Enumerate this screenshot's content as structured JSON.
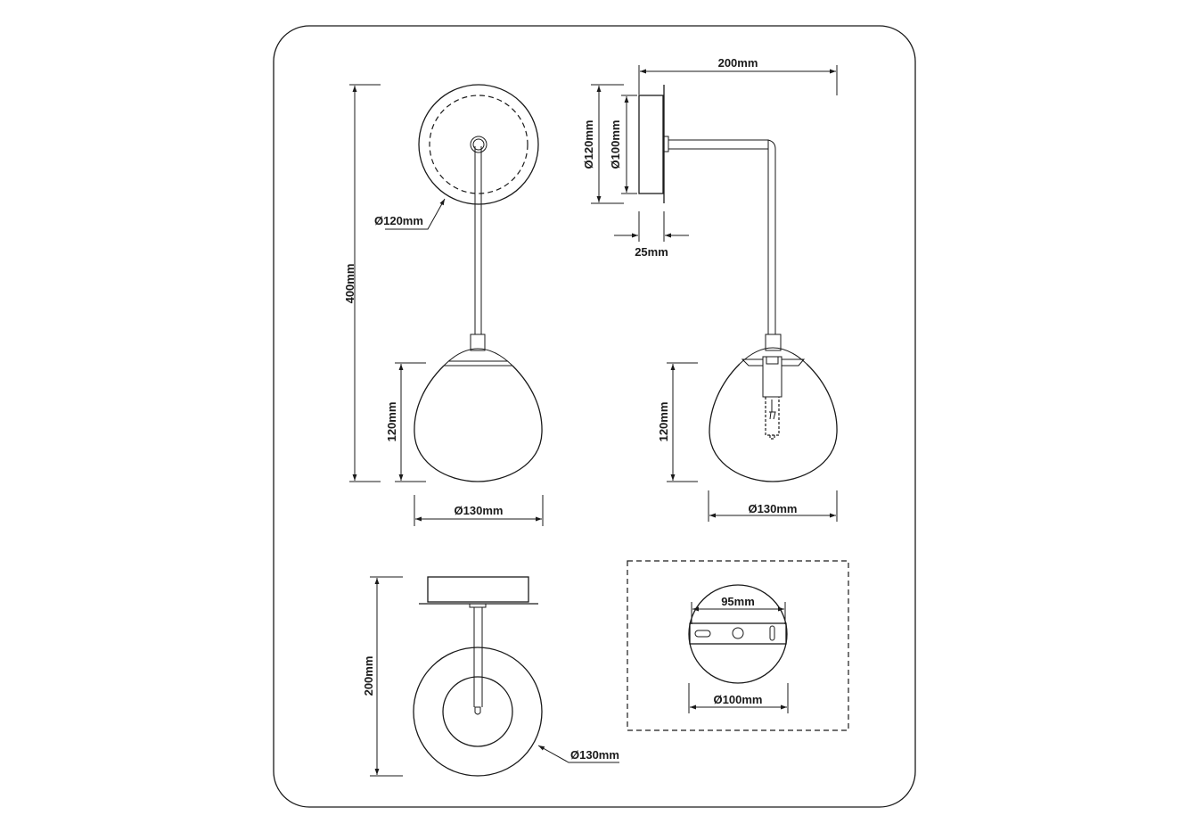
{
  "drawing": {
    "front_view": {
      "total_height": "400mm",
      "plate_diameter": "Ø120mm",
      "shade_height": "120mm",
      "shade_diameter": "Ø130mm"
    },
    "side_view": {
      "projection": "200mm",
      "plate_diameter": "Ø120mm",
      "base_diameter": "Ø100mm",
      "plate_depth": "25mm",
      "shade_height": "120mm",
      "shade_diameter": "Ø130mm"
    },
    "bottom_view": {
      "depth": "200mm",
      "shade_diameter": "Ø130mm"
    },
    "mounting_detail": {
      "bracket_width": "95mm",
      "base_diameter": "Ø100mm"
    }
  },
  "colors": {
    "line": "#1a1a1a",
    "background": "#ffffff"
  }
}
